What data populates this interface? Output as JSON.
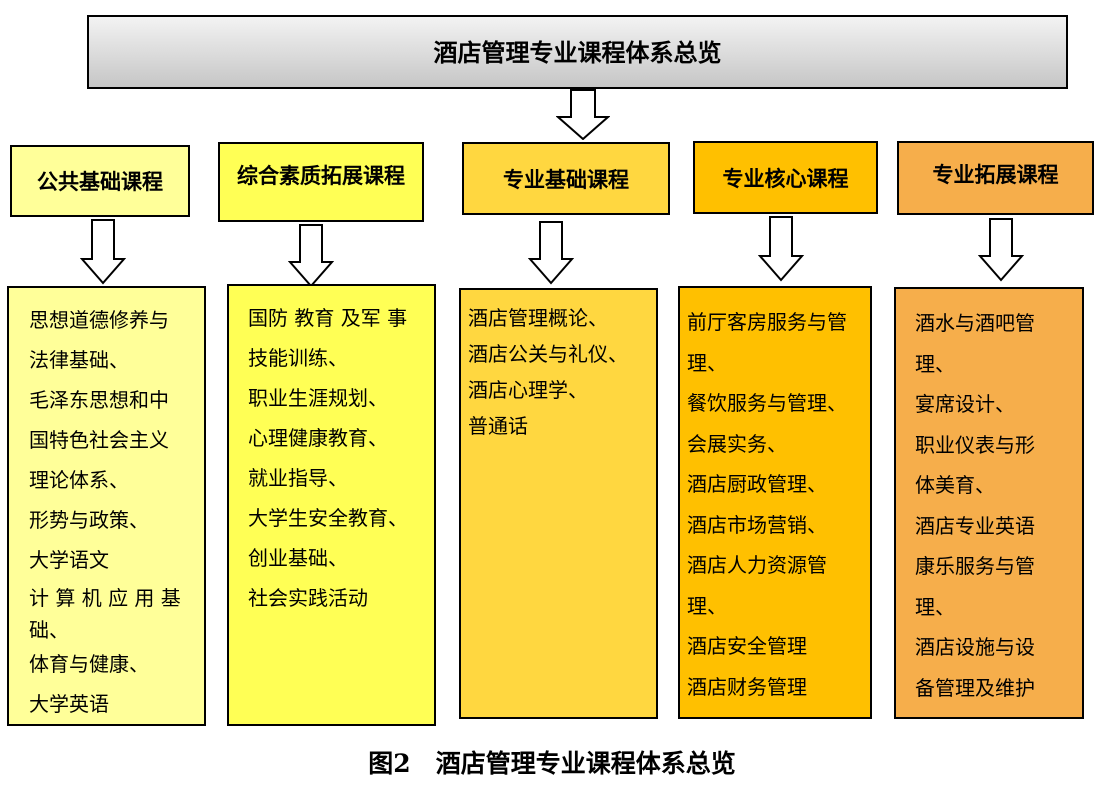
{
  "title": "酒店管理专业课程体系总览",
  "caption": "图2　酒店管理专业课程体系总览",
  "columns": [
    {
      "category": "公共基础课程",
      "color": "#ffff99",
      "color_list": "#ffff99",
      "items": [
        "思想道德修养与",
        "法律基础、",
        "毛泽东思想和中",
        "国特色社会主义",
        "理论体系、",
        "形势与政策、",
        "大学语文",
        "计 算 机 应 用 基",
        "础、",
        "体育与健康、",
        "大学英语"
      ]
    },
    {
      "category": "综合素质拓展课程",
      "color": "#ffff55",
      "items": [
        "国防 教育 及军 事",
        "技能训练、",
        "职业生涯规划、",
        "心理健康教育、",
        "就业指导、",
        "大学生安全教育、",
        "创业基础、",
        "社会实践活动"
      ]
    },
    {
      "category": "专业基础课程",
      "color": "#ffd740",
      "items": [
        "酒店管理概论、",
        "酒店公关与礼仪、",
        "酒店心理学、",
        "普通话"
      ]
    },
    {
      "category": "专业核心课程",
      "color": "#ffc000",
      "items": [
        "前厅客房服务与管",
        "理、",
        "餐饮服务与管理、",
        "会展实务、",
        "酒店厨政管理、",
        "酒店市场营销、",
        "酒店人力资源管",
        "理、",
        "酒店安全管理",
        "酒店财务管理"
      ]
    },
    {
      "category": "专业拓展课程",
      "color": "#f6ae4b",
      "items": [
        "酒水与酒吧管",
        "理、",
        "宴席设计、",
        "职业仪表与形",
        "体美育、",
        "酒店专业英语",
        "康乐服务与管",
        "理、",
        "酒店设施与设",
        "备管理及维护"
      ]
    }
  ]
}
